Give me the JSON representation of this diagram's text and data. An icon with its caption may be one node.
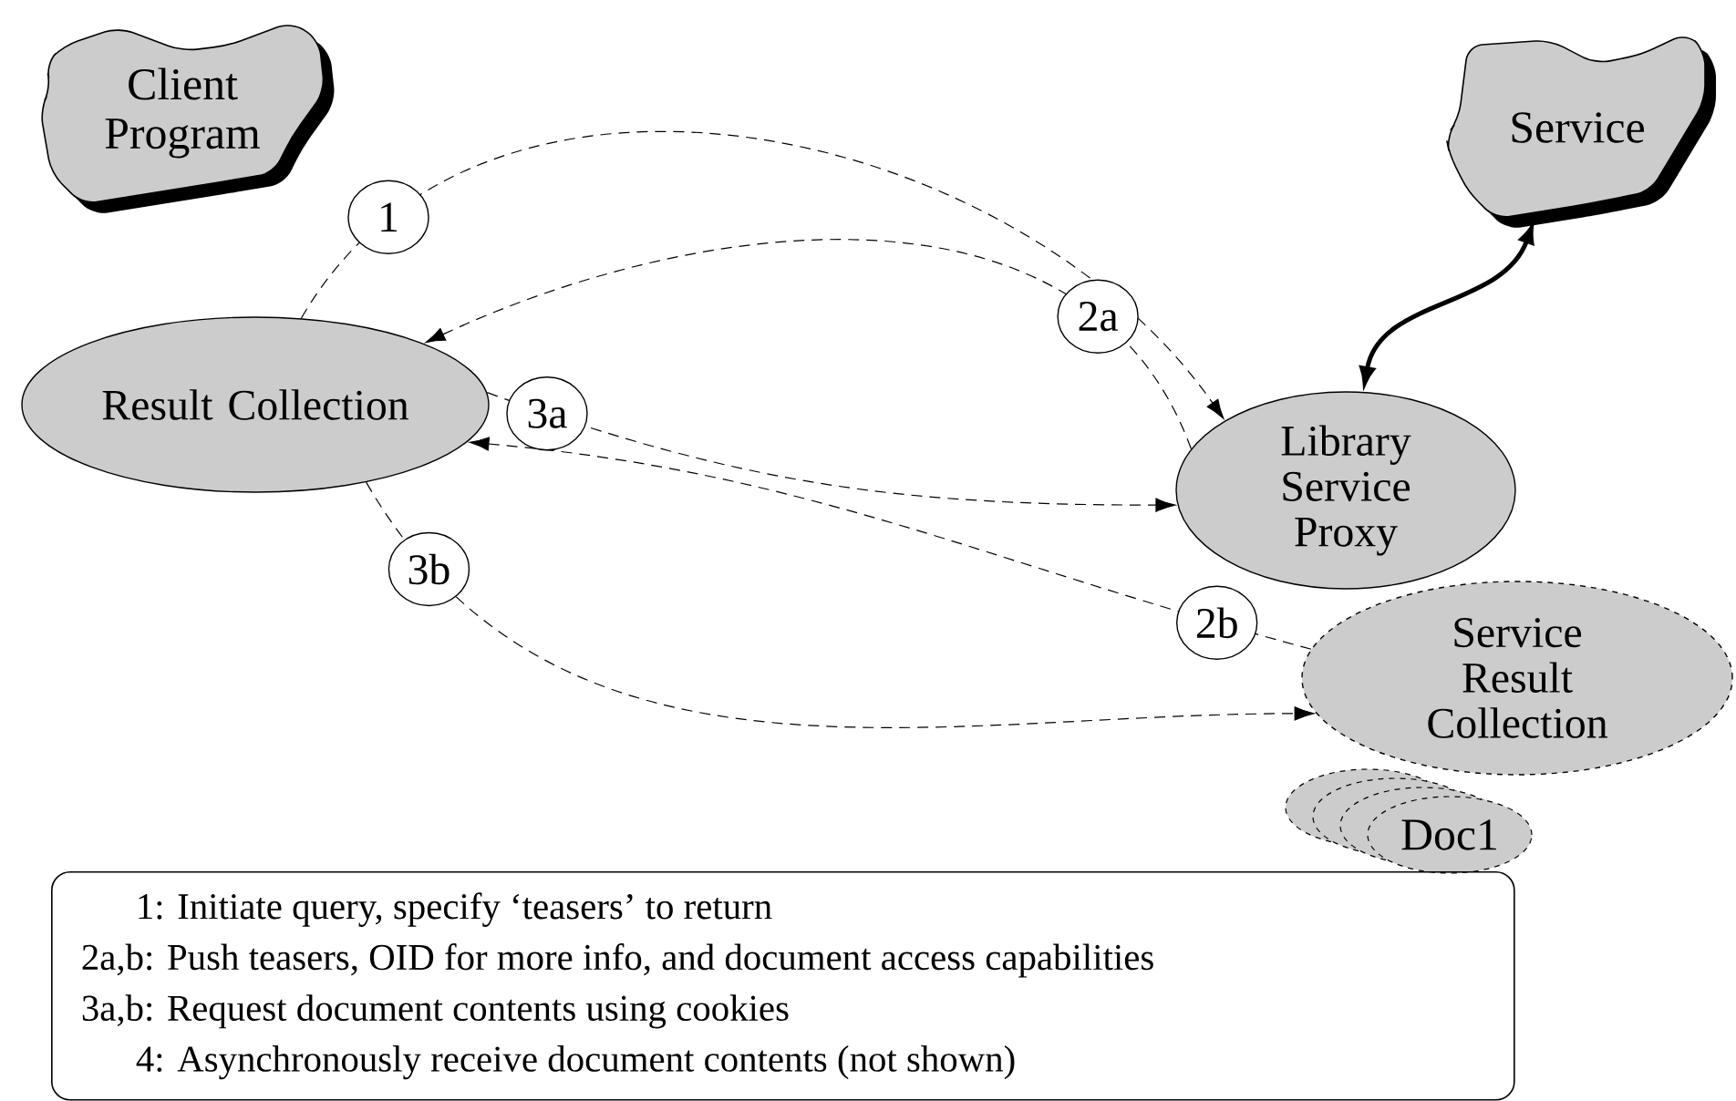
{
  "diagram": {
    "nodes": [
      {
        "text": [
          "Client Program"
        ]
      },
      {
        "text": [
          "Service"
        ]
      },
      {
        "text": [
          "Result Collection"
        ]
      },
      {
        "text": [
          "Library Service Proxy"
        ]
      },
      {
        "text": [
          "Service Result Collection"
        ]
      },
      {
        "text": [
          "Doc1"
        ]
      },
      {
        "text": [
          "1: Initiate query, specify ‘teasers’ to return",
          "2a,b: Push teasers, OID for more info, and document access capabilities",
          "3a,b: Request document contents using cookies",
          "4: Asynchronously receive document contents (not shown)"
        ]
      }
    ],
    "edges": [
      {
        "from": 2,
        "to": 3,
        "arrow": "to",
        "label": "1",
        "style": "dashed"
      },
      {
        "from": 3,
        "to": 2,
        "arrow": "to",
        "label": "2a",
        "style": "dashed"
      },
      {
        "from": 2,
        "to": 3,
        "arrow": "to",
        "label": "3a",
        "style": "dashed"
      },
      {
        "from": 2,
        "to": 4,
        "arrow": "to",
        "label": "3b",
        "style": "dashed"
      },
      {
        "from": 4,
        "to": 2,
        "arrow": "to",
        "label": "2b",
        "style": "dashed"
      },
      {
        "from": 3,
        "to": 1,
        "arrow": "both",
        "style": "thick"
      }
    ]
  }
}
